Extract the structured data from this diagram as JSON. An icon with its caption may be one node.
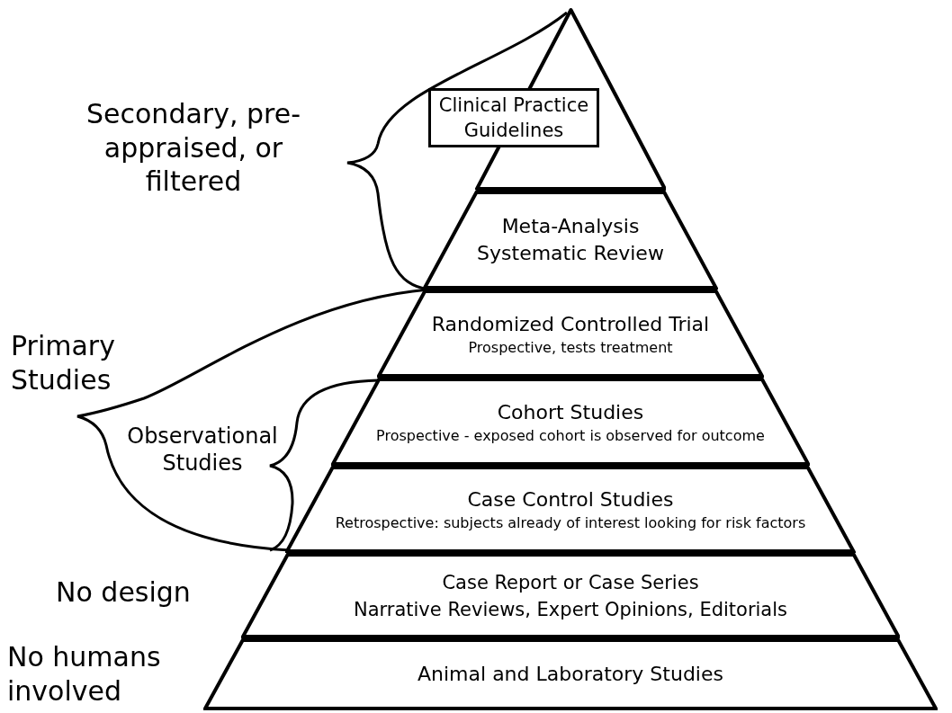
{
  "diagram": {
    "nodes": [
      {
        "text": [],
        "shape": "triangle"
      },
      {
        "text": [
          "Clinical Practice Guidelines"
        ]
      },
      {
        "text": [
          "Meta-Analysis Systematic Review"
        ]
      },
      {
        "text": [
          "Randomized Controlled Trial",
          "Prospective, tests treatment"
        ]
      },
      {
        "text": [
          "Cohort Studies",
          "Prospective - exposed cohort is observed for outcome"
        ]
      },
      {
        "text": [
          "Case Control Studies",
          "Retrospective: subjects already of interest looking for risk factors"
        ]
      },
      {
        "text": [
          "Case Report or Case Series",
          "Narrative Reviews, Expert Opinions, Editorials"
        ]
      },
      {
        "text": [
          "Animal and Laboratory Studies"
        ]
      }
    ],
    "edges": [],
    "labels": [
      "Secondary, pre-appraised, or filtered",
      "Primary Studies",
      "Observational Studies",
      "No design",
      "No humans involved"
    ]
  }
}
